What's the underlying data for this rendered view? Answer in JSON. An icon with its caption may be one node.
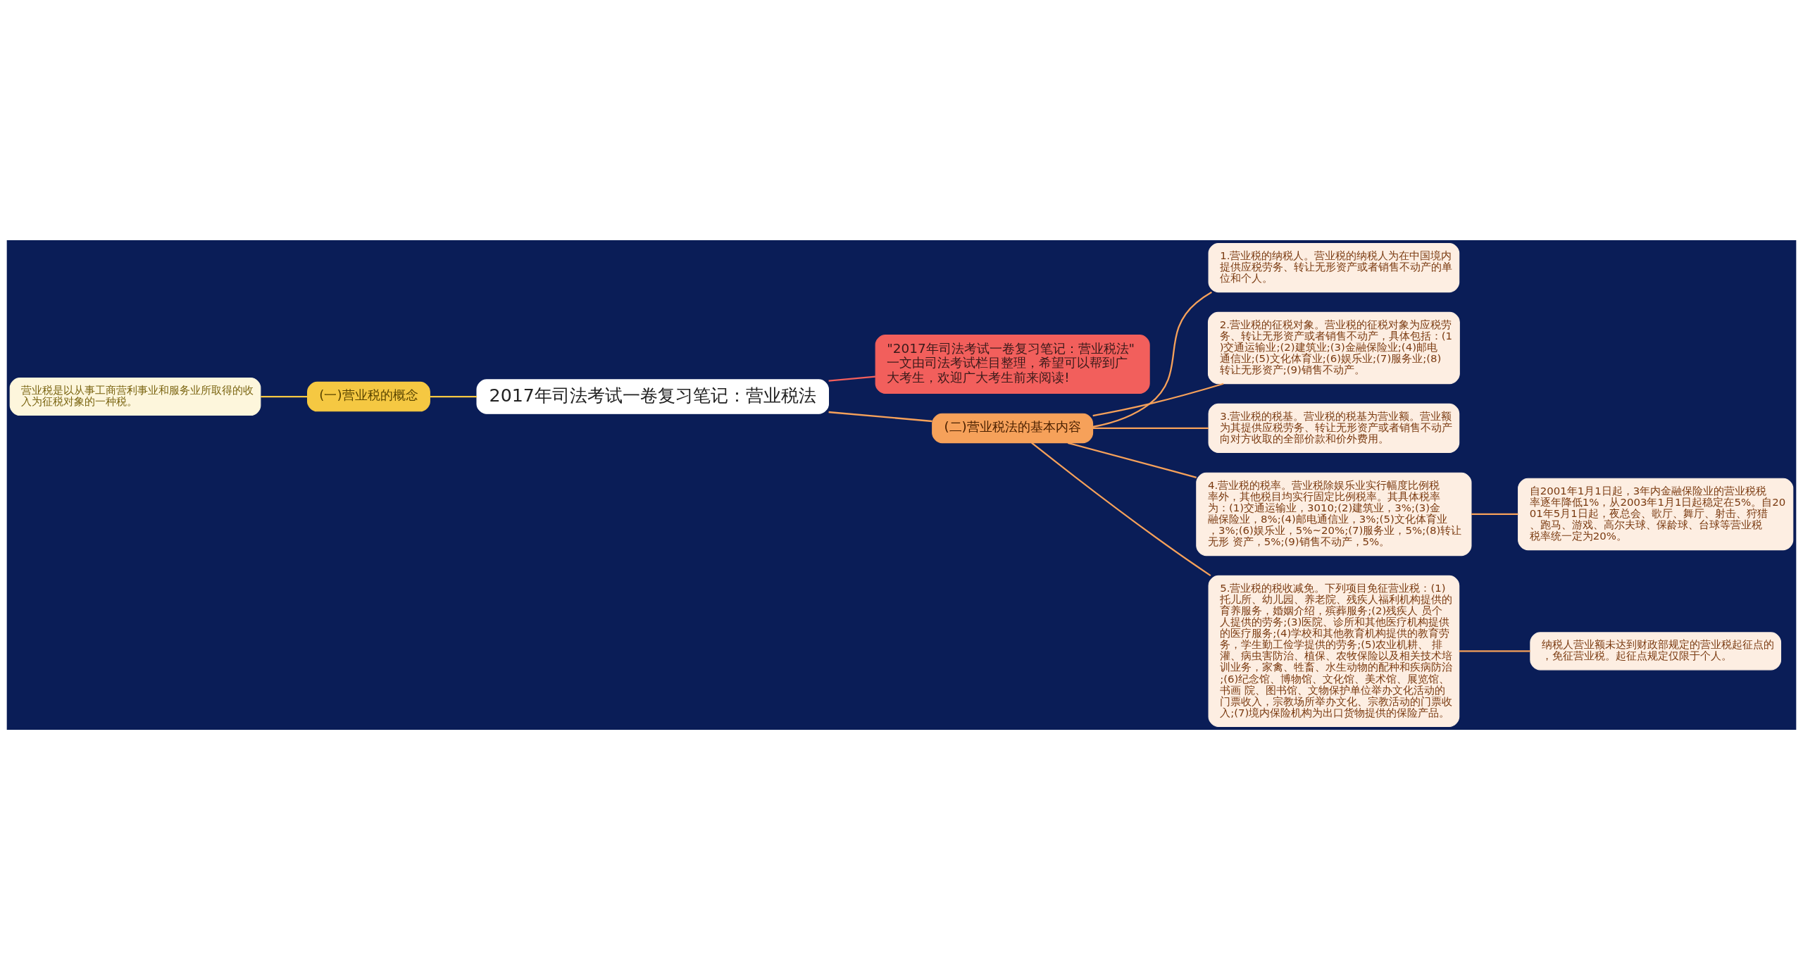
{
  "diagram": {
    "nodes": [
      {
        "text": [
          "2017年司法考试一卷复习笔记：营业税法"
        ]
      },
      {
        "text": [
          "\"2017年司法考试一卷复习笔记：营业税法\"一文由司法考试栏目整理，希望可以帮到广大考生，欢迎广大考生前来阅读!"
        ]
      },
      {
        "text": [
          "(一)营业税的概念"
        ]
      },
      {
        "text": [
          "营业税是以从事工商营利事业和服务业所取得的收入为征税对象的一种税。"
        ]
      },
      {
        "text": [
          "(二)营业税法的基本内容"
        ]
      },
      {
        "text": [
          "1.营业税的纳税人。营业税的纳税人为在中国境内提供应税劳务、转让无形资产或者销售不动产的单位和个人。"
        ]
      },
      {
        "text": [
          "2.营业税的征税对象。营业税的征税对象为应税劳务、转让无形资产或者销售不动产，具体包括：(1)交通运输业;(2)建筑业;(3)金融保险业;(4)邮电通信业;(5)文化体育业;(6)娱乐业;(7)服务业;(8)转让无形资产;(9)销售不动产。"
        ]
      },
      {
        "text": [
          "3.营业税的税基。营业税的税基为营业额。营业额为其提供应税劳务、转让无形资产或者销售不动产向对方收取的全部价款和价外费用。"
        ]
      },
      {
        "text": [
          "4.营业税的税率。营业税除娱乐业实行幅度比例税率外，其他税目均实行固定比例税率。其具体税率为：(1)交通运输业，3010;(2)建筑业，3%;(3)金融保险业，8%;(4)邮电通信业，3%;(5)文化体育业，3%;(6)娱乐业，5%~20%;(7)服务业，5%;(8)转让无形 资产，5%;(9)销售不动产，5%。"
        ]
      },
      {
        "text": [
          "5.营业税的税收减免。下列项目免征营业税：(1)托儿所、幼儿园、养老院、残疾人福利机构提供的育养服务，婚姻介绍，殡葬服务;(2)残疾人 员个人提供的劳务;(3)医院、诊所和其他医疗机构提供的医疗服务;(4)学校和其他教育机构提供的教育劳务，学生勤工俭学提供的劳务;(5)农业机耕、 排灌、病虫害防治、植保、农牧保险以及相关技术培训业务，家禽、牲畜、水生动物的配种和疾病防治;(6)纪念馆、博物馆、文化馆、美术馆、展览馆、书画 院、图书馆、文物保护单位举办文化活动的门票收入，宗教场所举办文化、宗教活动的门票收入;(7)境内保险机构为出口货物提供的保险产品。"
        ]
      },
      {
        "text": [
          "自2001年1月1日起，3年内金融保险业的营业税税率逐年降低1%，从2003年1月1日起稳定在5%。自2001年5月1日起，夜总会、歌厅、舞厅、射击、狩猎、跑马、游戏、高尔夫球、保龄球、台球等营业税税率统一定为20%。"
        ]
      },
      {
        "text": [
          "纳税人营业额未达到财政部规定的营业税起征点的，免征营业税。起征点规定仅限于个人。"
        ]
      }
    ],
    "edges": [
      {
        "from": 0,
        "to": 1,
        "arrow": "none",
        "color": "#f25f5c"
      },
      {
        "from": 0,
        "to": 2,
        "arrow": "none",
        "color": "#f5c842"
      },
      {
        "from": 2,
        "to": 3,
        "arrow": "none",
        "color": "#f5c842"
      },
      {
        "from": 0,
        "to": 4,
        "arrow": "none"
      },
      {
        "from": 4,
        "to": 5,
        "arrow": "none"
      },
      {
        "from": 4,
        "to": 6,
        "arrow": "none"
      },
      {
        "from": 4,
        "to": 7,
        "arrow": "none"
      },
      {
        "from": 4,
        "to": 8,
        "arrow": "none"
      },
      {
        "from": 4,
        "to": 9,
        "arrow": "none"
      },
      {
        "from": 8,
        "to": 10,
        "arrow": "none"
      },
      {
        "from": 9,
        "to": 11,
        "arrow": "none"
      }
    ]
  }
}
